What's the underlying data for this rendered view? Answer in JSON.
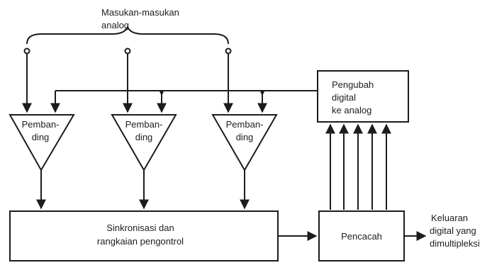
{
  "inputs_label": [
    "Masukan-masukan",
    "analog"
  ],
  "comparators": [
    {
      "line1": "Pemban-",
      "line2": "ding"
    },
    {
      "line1": "Pemban-",
      "line2": "ding"
    },
    {
      "line1": "Pemban-",
      "line2": "ding"
    }
  ],
  "dac_label": [
    "Pengubah",
    "digital",
    "ke analog"
  ],
  "sync_label": [
    "Sinkronisasi dan",
    "rangkaian pengontrol"
  ],
  "counter_label": "Pencacah",
  "output_label": [
    "Keluaran",
    "digital yang",
    "dimultipleksi"
  ],
  "colors": {
    "ink": "#1c1c1c",
    "paper": "#ffffff"
  }
}
